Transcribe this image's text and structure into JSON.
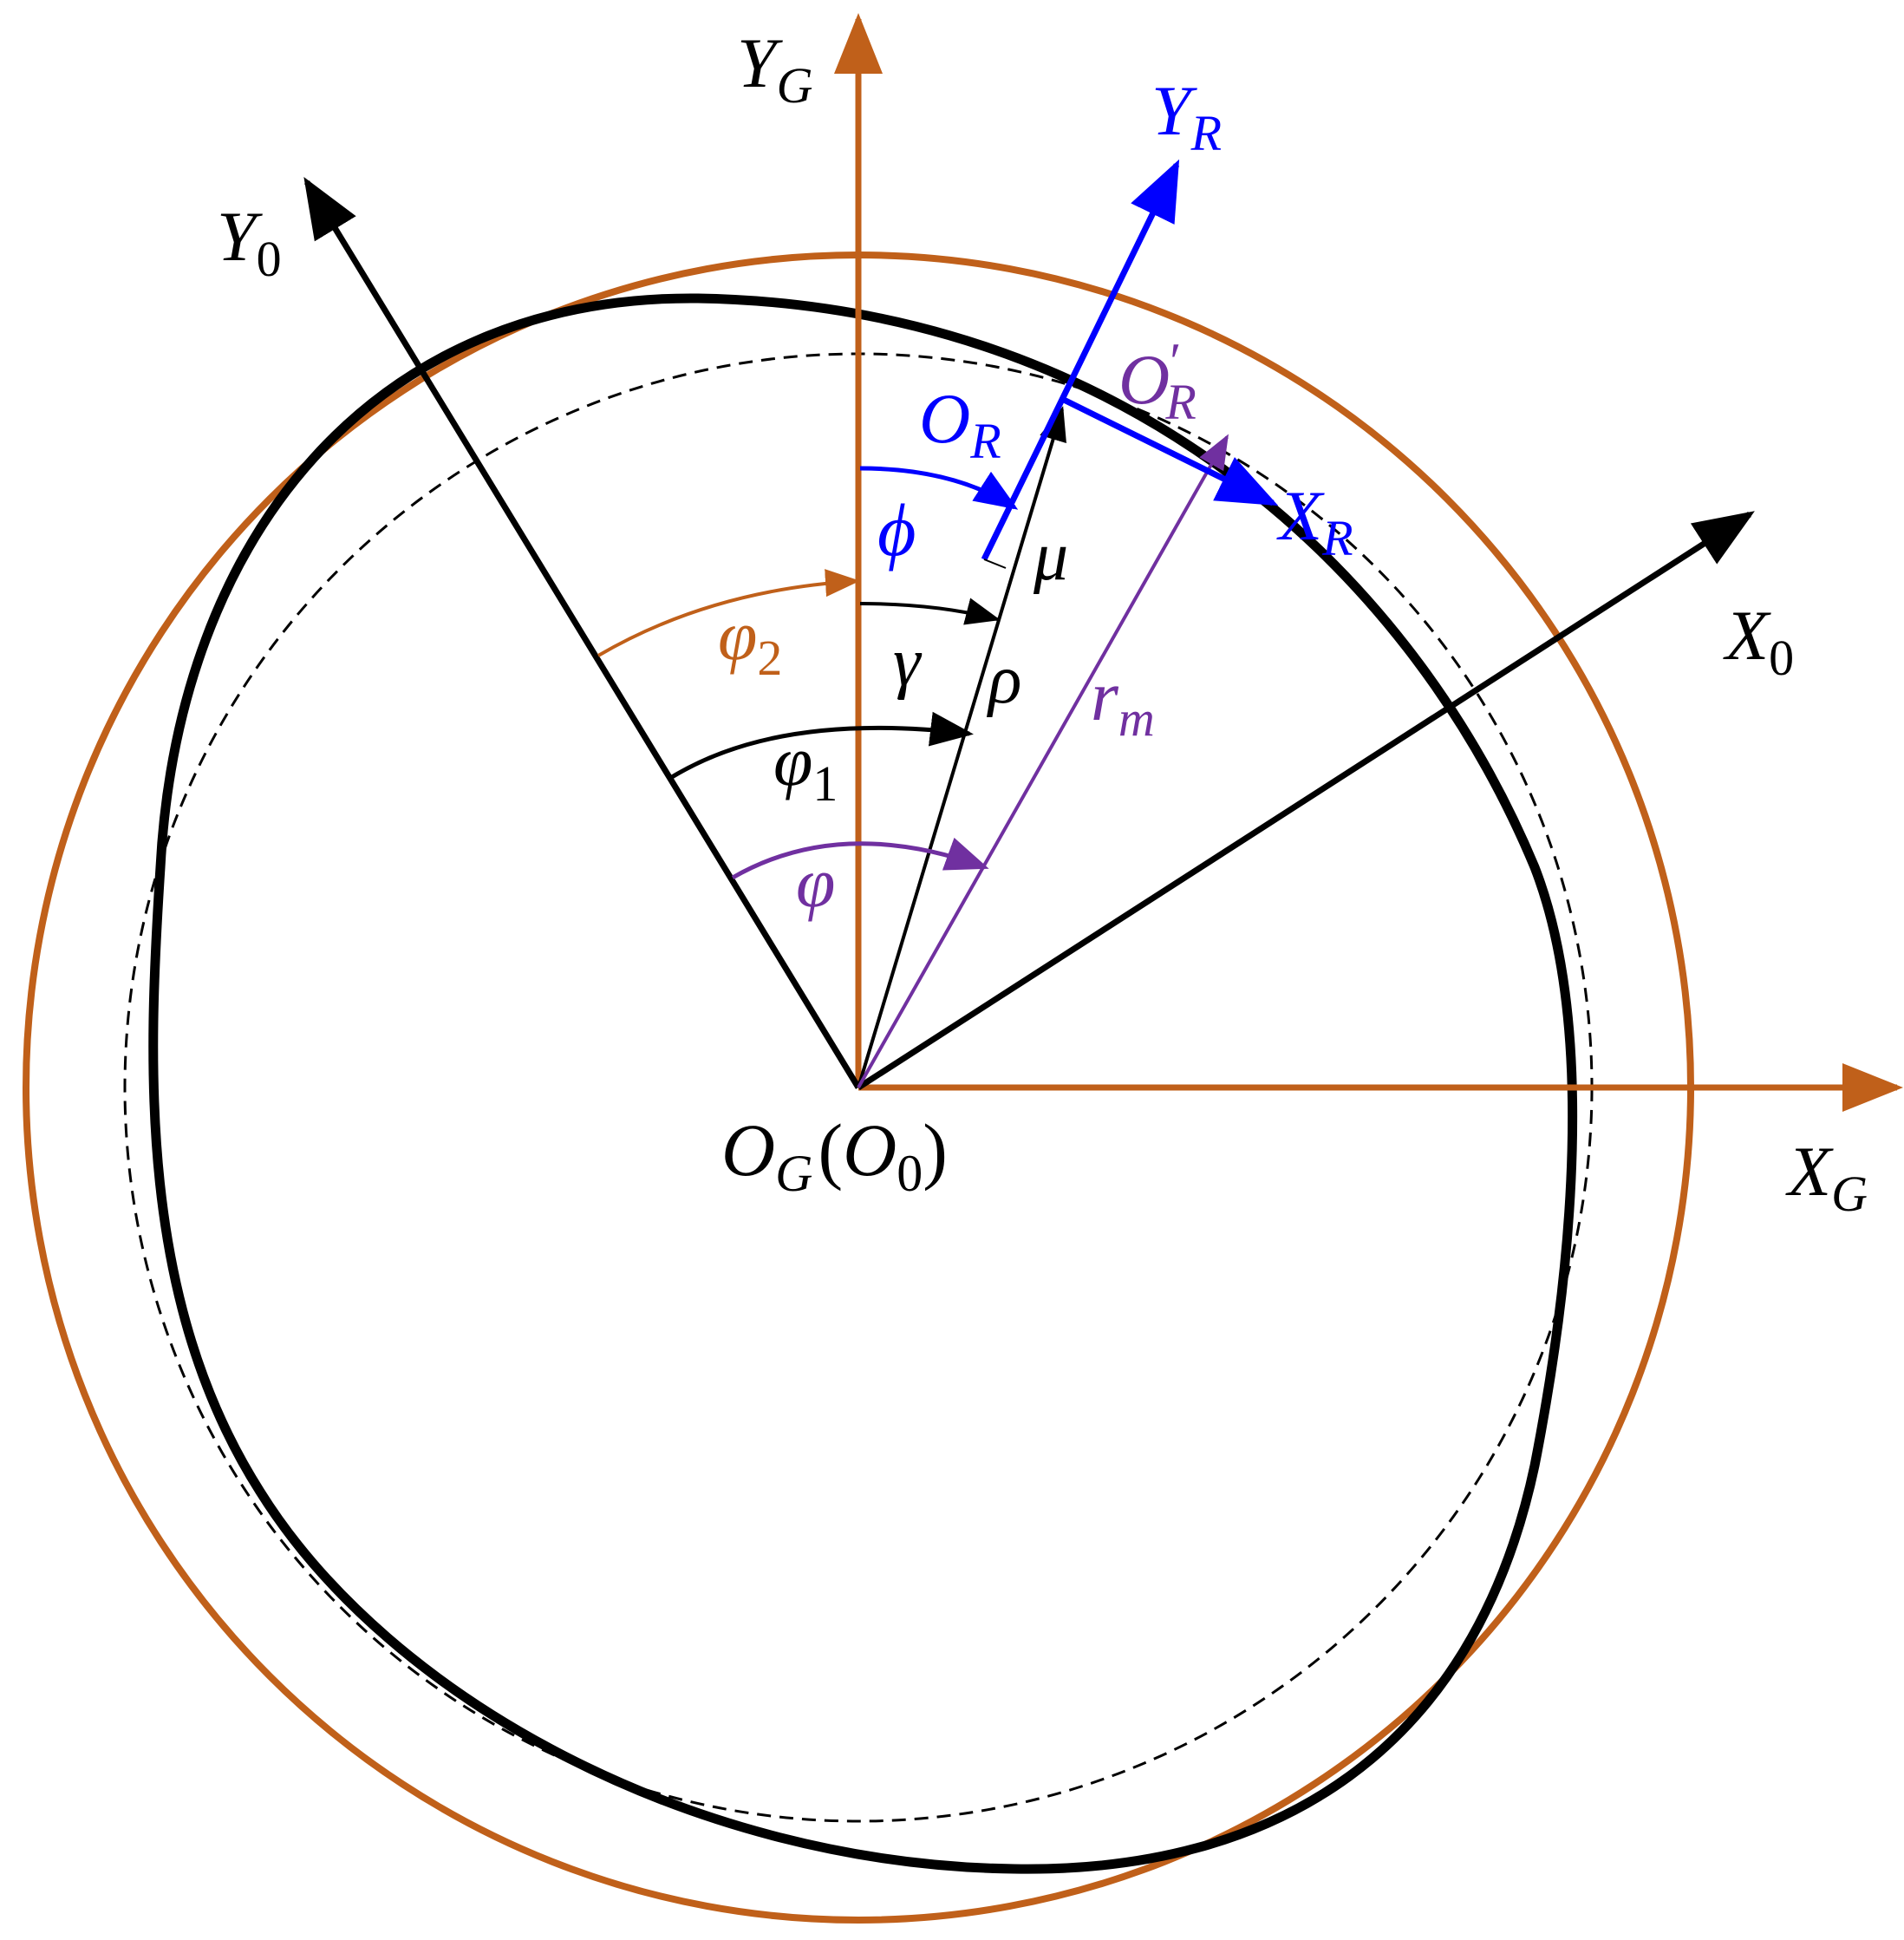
{
  "colors": {
    "global": "#c0601a",
    "body": "#000000",
    "robot": "#0000ff",
    "ref": "#7030a0"
  },
  "labels": {
    "yg": {
      "main": "Y",
      "sub": "G"
    },
    "xg": {
      "main": "X",
      "sub": "G"
    },
    "y0": {
      "main": "Y",
      "sub": "0"
    },
    "x0": {
      "main": "X",
      "sub": "0"
    },
    "yr": {
      "main": "Y",
      "sub": "R"
    },
    "xr": {
      "main": "X",
      "sub": "R"
    },
    "or": {
      "main": "O",
      "sub": "R"
    },
    "orp": {
      "main": "O",
      "prime": "′",
      "sub": "R"
    },
    "origin": {
      "main": "O",
      "sub": "G",
      "open": "(",
      "main2": "O",
      "sub2": "0",
      "close": ")"
    },
    "phi_small": "ϕ",
    "mu": "μ",
    "phi2": {
      "main": "φ",
      "sub": "2"
    },
    "gamma": "γ",
    "rho": "ρ",
    "rm": {
      "main": "r",
      "sub": "m"
    },
    "phi1": {
      "main": "φ",
      "sub": "1"
    },
    "varphi": "φ"
  }
}
